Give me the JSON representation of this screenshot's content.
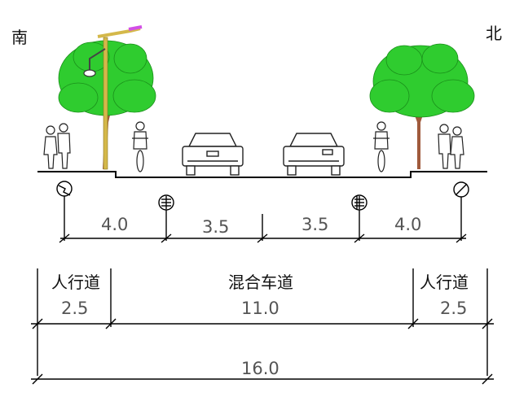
{
  "directions": {
    "south": "南",
    "north": "北"
  },
  "lanes": {
    "dims": [
      "4.0",
      "3.5",
      "3.5",
      "4.0"
    ]
  },
  "sections": {
    "left_label": "人行道",
    "left_width": "2.5",
    "center_label": "混合车道",
    "center_width": "11.0",
    "right_label": "人行道",
    "right_width": "2.5"
  },
  "total": "16.0",
  "colors": {
    "tree_foliage": "#2fcc2f",
    "tree_trunk": "#a05a3c",
    "lamp_pole": "#d4b84a",
    "lamp_light": "#d24fe6",
    "line": "#000000",
    "dim_text": "#555555"
  }
}
